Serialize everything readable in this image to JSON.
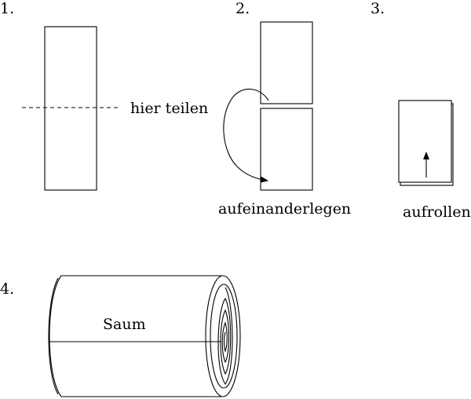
{
  "steps": {
    "s1": {
      "number": "1.",
      "label": "hier teilen"
    },
    "s2": {
      "number": "2.",
      "label": "aufeinanderlegen"
    },
    "s3": {
      "number": "3.",
      "label": "aufrollen"
    },
    "s4": {
      "number": "4.",
      "label": "Saum"
    }
  },
  "colors": {
    "stroke": "#000000",
    "background": "#ffffff"
  }
}
